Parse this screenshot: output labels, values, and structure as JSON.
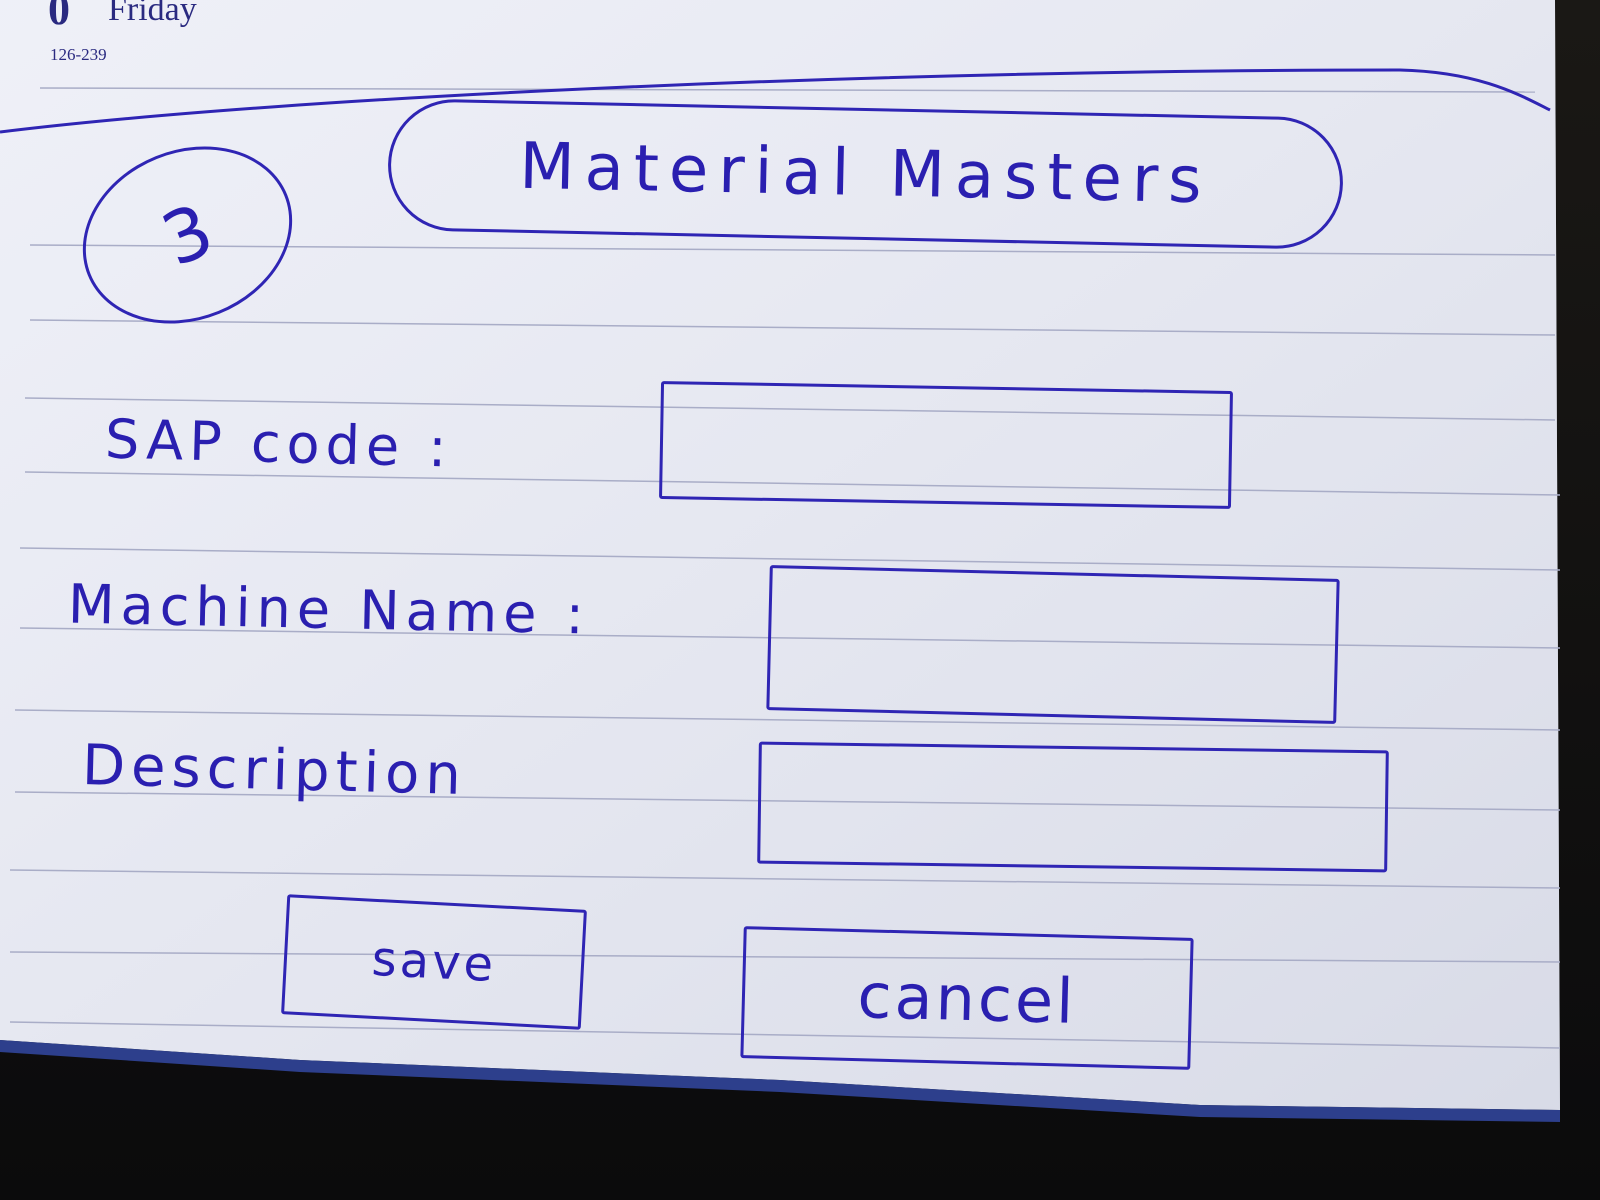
{
  "header": {
    "day_number": "0",
    "day_name": "Friday",
    "page_ref": "126-239"
  },
  "step_number": "3",
  "form": {
    "title": "Material Masters",
    "fields": [
      {
        "label": "SAP code :",
        "value": ""
      },
      {
        "label": "Machine Name :",
        "value": ""
      },
      {
        "label": "Description",
        "value": ""
      }
    ],
    "buttons": {
      "save_label": "save",
      "cancel_label": "cancel"
    }
  }
}
